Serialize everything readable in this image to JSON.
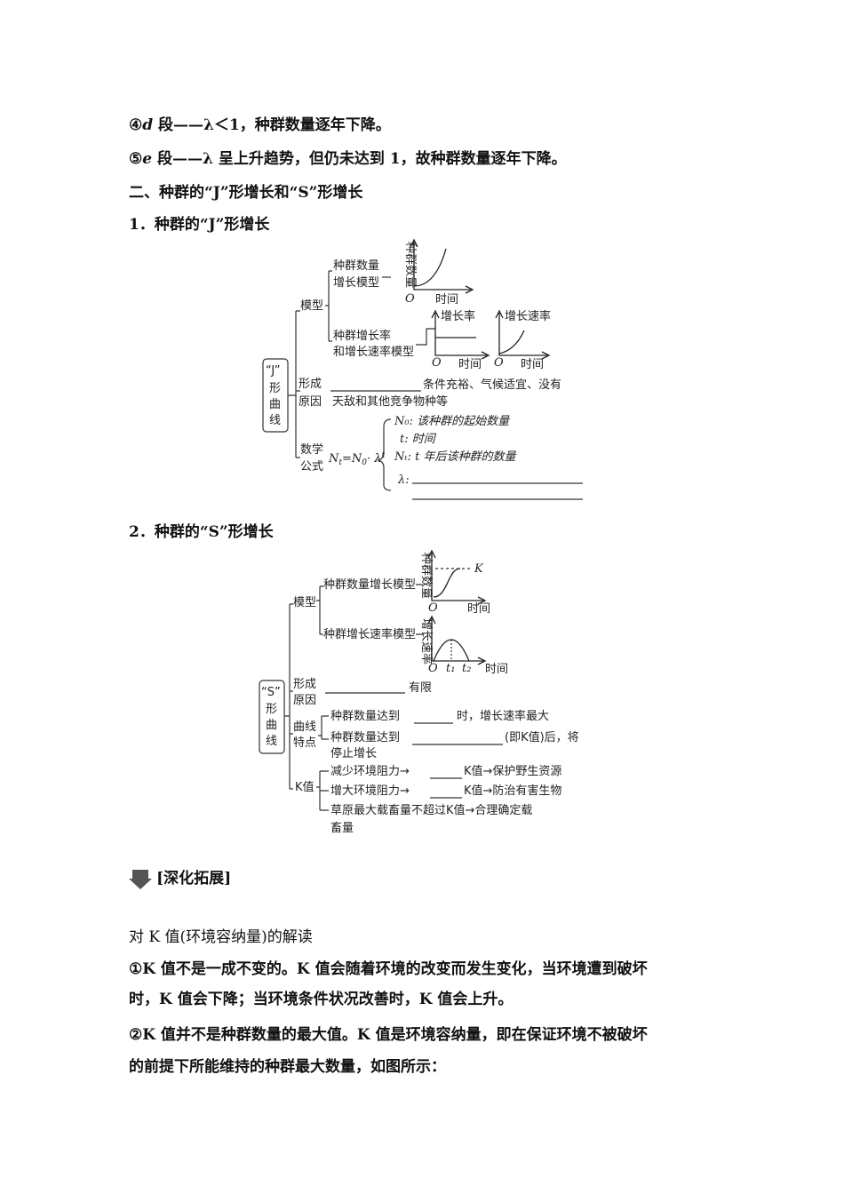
{
  "intro": {
    "d_segment": {
      "prefix": "④",
      "letter": "d",
      "text": " 段——λ＜1，种群数量逐年下降。"
    },
    "e_segment": {
      "prefix": "⑤",
      "letter": "e",
      "text": " 段——λ 呈上升趋势，但仍未达到 1，故种群数量逐年下降。"
    }
  },
  "section_heading": "二、种群的“J”形增长和“S”形增长",
  "sub1_heading": "1．种群的“J”形增长",
  "j_diagram": {
    "root": [
      "“J”",
      "形",
      "曲",
      "线"
    ],
    "model": "模型",
    "pop_model": [
      "种群数量",
      "增长模型"
    ],
    "rate_model": [
      "种群增长率",
      "和增长速率模型"
    ],
    "y1": "种群数量",
    "y2": "增长率",
    "y3": "增长速率",
    "x": "时间",
    "origin": "O",
    "cause": [
      "形成",
      "原因"
    ],
    "cause_text": "条件充裕、气候适宜、没有",
    "cause_text2": "天敌和其他竞争物种等",
    "formula_label": [
      "数学",
      "公式"
    ],
    "formula": "N_t=N_0·λ^t",
    "defs": [
      "N₀: 该种群的起始数量",
      "t: 时间",
      "Nₜ: t 年后该种群的数量",
      "λ:"
    ]
  },
  "sub2_heading": "2．种群的“S”形增长",
  "s_diagram": {
    "root": [
      "“S”",
      "形",
      "曲",
      "线"
    ],
    "model": "模型",
    "pop_model": "种群数量增长模型",
    "rate_model": "种群增长速率模型",
    "y1": "种群数量",
    "y2": "增长速率",
    "x": "时间",
    "k": "K",
    "t1": "t₁",
    "t2": "t₂",
    "origin": "O",
    "cause": [
      "形成",
      "原因"
    ],
    "cause_text": "有限",
    "feature": [
      "曲线",
      "特点"
    ],
    "feature1_a": "种群数量达到",
    "feature1_b": "时，增长速率最大",
    "feature2_a": "种群数量达到",
    "feature2_b": "(即K值)后，将",
    "feature2_c": "停止增长",
    "k_label": "K值",
    "k1_a": "减少环境阻力→",
    "k1_b": "K值→保护野生资源",
    "k2_a": "增大环境阻力→",
    "k2_b": "K值→防治有害生物",
    "k3": "草原最大载畜量不超过K值→合理确定载",
    "k3_b": "畜量"
  },
  "expand_title": "[深化拓展]",
  "k_section": {
    "title": "对 K 值(环境容纳量)的解读",
    "p1_line1": "①K 值不是一成不变的。K 值会随着环境的改变而发生变化，当环境遭到破坏",
    "p1_line2": "时，K 值会下降；当环境条件状况改善时，K 值会上升。",
    "p2_line1": "②K 值并不是种群数量的最大值。K 值是环境容纳量，即在保证环境不被破坏",
    "p2_line2": "的前提下所能维持的种群最大数量，如图所示："
  }
}
